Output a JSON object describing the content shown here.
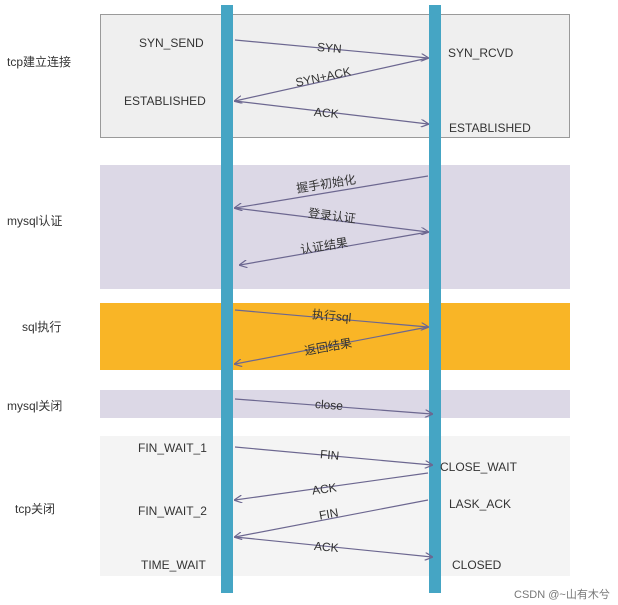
{
  "colors": {
    "lifeline": "#45a5c4",
    "tcp_band": "#efefef",
    "tcp_border": "#9a9a9a",
    "mysql_band": "#dcd8e6",
    "sql_band": "#f9b526",
    "close_band": "#f4f4f4",
    "arrow": "#6c6790"
  },
  "sections": {
    "tcp_open": "tcp建立连接",
    "mysql_auth": "mysql认证",
    "sql_exec": "sql执行",
    "mysql_close": "mysql关闭",
    "tcp_close": "tcp关闭"
  },
  "states": {
    "syn_send": "SYN_SEND",
    "syn_rcvd": "SYN_RCVD",
    "established_client": "ESTABLISHED",
    "established_server": "ESTABLISHED",
    "fin_wait_1": "FIN_WAIT_1",
    "close_wait": "CLOSE_WAIT",
    "fin_wait_2": "FIN_WAIT_2",
    "lask_ack": "LASK_ACK",
    "time_wait": "TIME_WAIT",
    "closed": "CLOSED"
  },
  "messages": {
    "syn": "SYN",
    "syn_ack": "SYN+ACK",
    "ack1": "ACK",
    "handshake_init": "握手初始化",
    "login_auth": "登录认证",
    "auth_result": "认证结果",
    "exec_sql": "执行sql",
    "return_result": "返回结果",
    "close": "close",
    "fin1": "FIN",
    "ack2": "ACK",
    "fin2": "FIN",
    "ack3": "ACK"
  },
  "watermark": "CSDN @~山有木兮"
}
